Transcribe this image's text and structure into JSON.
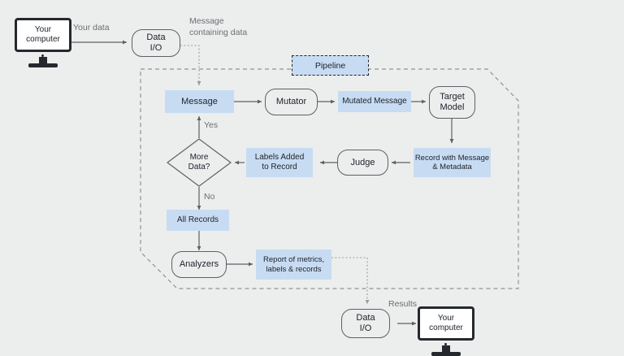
{
  "diagram": {
    "title": "Pipeline data flow diagram",
    "colors": {
      "background": "#eceded",
      "node_fill": "#c7dcf2",
      "stroke": "#5d6166",
      "text": "#20242c",
      "label_text": "#6b6f74",
      "boundary": "#8a8d91"
    },
    "pipeline_label": "Pipeline",
    "nodes": {
      "user_computer_top": "Your computer",
      "data_io_top": "Data I/O",
      "message": "Message",
      "mutator": "Mutator",
      "mutated_message": "Mutated Message",
      "target_model": "Target Model",
      "record": "Record with Message & Metadata",
      "judge": "Judge",
      "labels_added": "Labels Added to Record",
      "more_data": "More Data?",
      "all_records": "All Records",
      "analyzers": "Analyzers",
      "report": "Report of metrics, labels & records",
      "data_io_bottom": "Data I/O",
      "user_computer_bottom": "Your computer"
    },
    "node_lines": {
      "user_computer_top": [
        "Your",
        "computer"
      ],
      "data_io_top": [
        "Data",
        "I/O"
      ],
      "target_model": [
        "Target",
        "Model"
      ],
      "record": [
        "Record with Message",
        "& Metadata"
      ],
      "labels_added": [
        "Labels Added",
        "to Record"
      ],
      "more_data": [
        "More",
        "Data?"
      ],
      "report": [
        "Report of metrics,",
        "labels & records"
      ],
      "data_io_bottom": [
        "Data",
        "I/O"
      ],
      "user_computer_bottom": [
        "Your",
        "computer"
      ]
    },
    "edge_labels": {
      "your_data": "Your data",
      "message_containing_data": [
        "Message",
        "containing data"
      ],
      "yes": "Yes",
      "no": "No",
      "results": "Results"
    }
  }
}
